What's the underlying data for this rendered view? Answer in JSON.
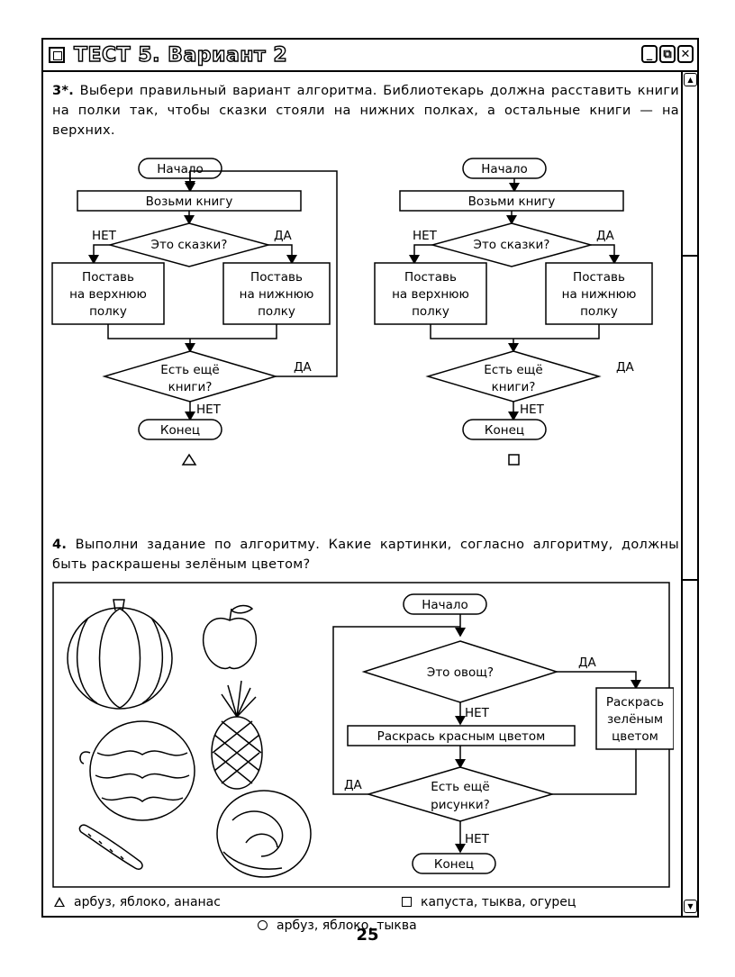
{
  "window": {
    "title": "ТЕСТ 5. Вариант 2",
    "buttons": [
      "_",
      "⧉",
      "✕"
    ]
  },
  "task3": {
    "number": "3*.",
    "text": "Выбери правильный вариант алгоритма. Библиотекарь должна расставить книги на полки так, чтобы сказки стояли на нижних полках, а остальные книги — на верхних.",
    "flowchart_a": {
      "start": "Начало",
      "step": "Возьми книгу",
      "decision": "Это сказки?",
      "no_label": "НЕТ",
      "yes_label": "ДА",
      "left_box": [
        "Поставь",
        "на верхнюю",
        "полку"
      ],
      "right_box": [
        "Поставь",
        "на нижнюю",
        "полку"
      ],
      "loop_decision": [
        "Есть ещё",
        "книги?"
      ],
      "loop_yes": "ДА",
      "loop_no": "НЕТ",
      "end": "Конец",
      "marker": "triangle"
    },
    "flowchart_b": {
      "start": "Начало",
      "step": "Возьми книгу",
      "decision": "Это сказки?",
      "no_label": "НЕТ",
      "yes_label": "ДА",
      "left_box": [
        "Поставь",
        "на верхнюю",
        "полку"
      ],
      "right_box": [
        "Поставь",
        "на нижнюю",
        "полку"
      ],
      "loop_decision": [
        "Есть ещё",
        "книги?"
      ],
      "loop_yes": "ДА",
      "loop_no": "НЕТ",
      "end": "Конец",
      "marker": "square"
    }
  },
  "task4": {
    "number": "4.",
    "text": "Выполни задание по алгоритму. Какие картинки, согласно алгоритму, должны быть раскрашены зелёным цветом?",
    "pictures": [
      "pumpkin",
      "apple",
      "watermelon",
      "pineapple",
      "cucumber",
      "cabbage"
    ],
    "flowchart": {
      "start": "Начало",
      "decision": "Это овощ?",
      "yes_label": "ДА",
      "no_label": "НЕТ",
      "red_box": "Раскрась красным цветом",
      "green_box": [
        "Раскрась",
        "зелёным",
        "цветом"
      ],
      "loop_decision": [
        "Есть ещё",
        "рисунки?"
      ],
      "loop_yes": "ДА",
      "loop_no": "НЕТ",
      "end": "Конец"
    },
    "answers": [
      {
        "marker": "triangle",
        "text": "арбуз, яблоко, ананас"
      },
      {
        "marker": "square",
        "text": "капуста, тыква, огурец"
      },
      {
        "marker": "circle",
        "text": "арбуз, яблоко, тыква"
      }
    ]
  },
  "page_number": "25"
}
